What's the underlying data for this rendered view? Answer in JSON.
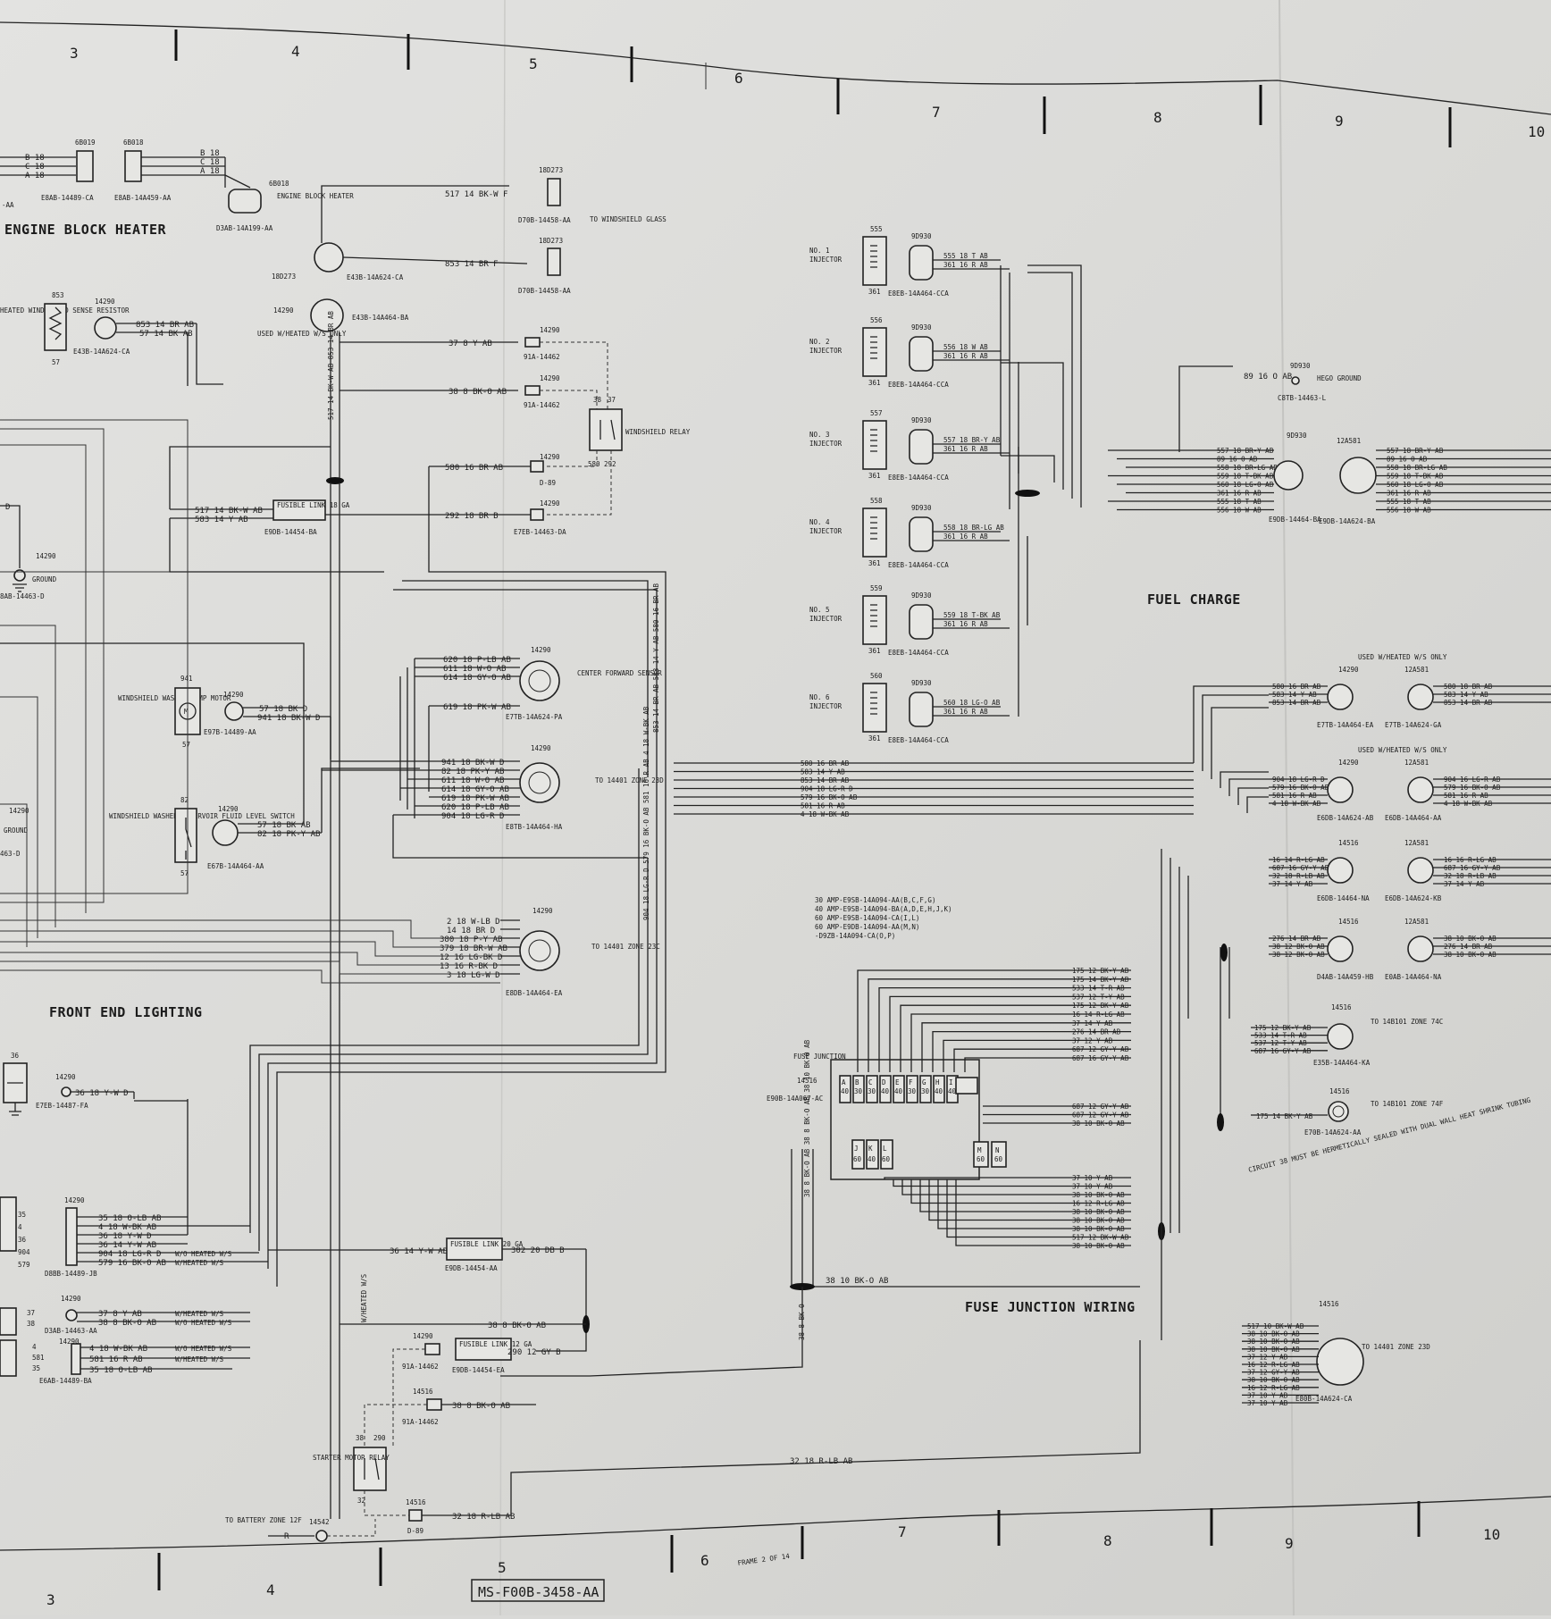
{
  "zones_top": [
    "3",
    "4",
    "5",
    "6",
    "7",
    "8",
    "9",
    "10"
  ],
  "zones_bottom": [
    "3",
    "4",
    "5",
    "6",
    "7",
    "8",
    "9",
    "10"
  ],
  "frame_label": "FRAME 2 OF 14",
  "drawing_number": "MS-F00B-3458-AA",
  "sections": {
    "engine_block_heater": "ENGINE BLOCK HEATER",
    "front_end_lighting": "FRONT END LIGHTING",
    "fuel_charge": "FUEL CHARGE",
    "fuse_junction_wiring": "FUSE JUNCTION WIRING"
  },
  "block_heater": {
    "conn1_id": "6B019",
    "conn1_part": "E8AB-14489-CA",
    "conn2_id": "6B018",
    "conn2_part": "E8AB-14A459-AA",
    "wires": [
      "B 18",
      "C 18",
      "A 18"
    ],
    "heater_id": "6B018",
    "heater_label": "ENGINE BLOCK HEATER",
    "heater_part": "D3AB-14A199-AA",
    "left_part": "-AA"
  },
  "windshield": {
    "resistor_label": "HEATED WINDSHIELD SENSE RESISTOR",
    "resistor_id": "853",
    "resistor_bottom": "57",
    "resistor_conn_id": "14290",
    "resistor_conn_part": "E43B-14A624-CA",
    "resistor_wires": [
      "853 14 BR AB",
      "57 14 BK AB"
    ],
    "glass_conn_id": "18D273",
    "glass_conn_part": "E43B-14A624-CA",
    "glass_conn2_id": "14290",
    "glass_conn2_part": "E43B-14A464-BA",
    "used_heated": "USED W/HEATED W/S ONLY",
    "to_glass": "TO WINDSHIELD GLASS",
    "glass_wires": [
      "517 14 BK-W F",
      "853 14 BR F"
    ],
    "glass_term_id": "18D273",
    "glass_term_part": "D70B-14458-AA",
    "vertical_wires": "517 14 BK-W AB   853 14 BR AB",
    "relay_label": "WINDSHIELD RELAY",
    "relay_wires": [
      "37 8 Y AB",
      "38 8 BK-O AB",
      "580 16 BR AB",
      "292 18 BR B"
    ],
    "relay_conn_ids": [
      "14290",
      "14290",
      "14290",
      "14290"
    ],
    "relay_conn_parts": [
      "91A-14462",
      "91A-14462",
      "D-89",
      "E7EB-14463-DA"
    ],
    "relay_pins": [
      "38",
      "37",
      "580",
      "292"
    ],
    "fusible_label": "FUSIBLE LINK 18 GA",
    "fusible_part": "E9DB-14454-BA",
    "fusible_wires": [
      "517 14 BK-W AB",
      "583 14 Y AB"
    ],
    "branch_wires": "853 14 BR AB   583 14 Y AB   580 16 BR AB"
  },
  "ground": {
    "conn_id": "14290",
    "label": "GROUND",
    "part": "8AB-14463-D",
    "wire": "D"
  },
  "washer": {
    "pump_label": "WINDSHIELD WASHER PUMP MOTOR",
    "pump_id": "941",
    "pump_bottom": "57",
    "pump_conn_id": "14290",
    "pump_conn_part": "E97B-14489-AA",
    "pump_wires": [
      "57 18 BK D",
      "941 18 BK-W D"
    ],
    "switch_label": "WINDSHIELD WASHER RESERVOIR FLUID LEVEL SWITCH",
    "switch_id": "82",
    "switch_bottom": "57",
    "switch_conn_id": "14290",
    "switch_conn_part": "E67B-14A464-AA",
    "switch_wires": [
      "57 18 BK AB",
      "82 18 PK-Y AB"
    ],
    "left_ground": "GROUND",
    "left_part": "463-D",
    "left_id": "14290"
  },
  "sensor": {
    "label": "CENTER FORWARD SENSOR",
    "conn_id": "14290",
    "part": "E7TB-14A624-PA",
    "wires": [
      "620 18 P-LB AB",
      "611 18 W-O AB",
      "614 18 GY-O AB",
      "619 18 PK-W AB"
    ]
  },
  "zone23d": {
    "label": "TO 14401 ZONE 23D",
    "conn_id": "14290",
    "part": "E8TB-14A464-HA",
    "wires": [
      "941 18 BK-W D",
      "82 18 PK-Y AB",
      "611 18 W-O AB",
      "614 18 GY-O AB",
      "619 18 PK-W AB",
      "620 18 P-LB AB",
      "904 18 LG-R D"
    ]
  },
  "zone23c": {
    "label": "TO 14401 ZONE 23C",
    "conn_id": "14290",
    "part": "E8DB-14A464-EA",
    "wires": [
      "2 18 W-LB D",
      "14 18 BR D",
      "380 18 P-Y AB",
      "379 18 BR-W AB",
      "12 16 LG-BK D",
      "13 16 R-BK D",
      "3 18 LG-W D"
    ],
    "vertical_wires": "904 18 LG-R D   579 16 BK-O AB   581 16 R AB   4 18 W-BK AB"
  },
  "lighting": {
    "lamp_id": "36",
    "conn_id": "14290",
    "wire": "36 18 Y-W D",
    "part": "E7EB-14487-FA",
    "conn2_id": "14290",
    "conn2_wires": [
      "35 18 O-LB AB",
      "4 18 W-BK AB",
      "36 18 Y-W D",
      "36 14 Y-W AB",
      "904 18 LG-R D",
      "579 16 BK-O AB"
    ],
    "conn2_notes": [
      "W/O HEATED W/S",
      "W/HEATED W/S"
    ],
    "conn2_part": "D8BB-14489-JB",
    "pins": [
      "35",
      "4",
      "36",
      "904",
      "579"
    ],
    "conn3_id": "14290",
    "conn3_wires": [
      "37 8 Y AB",
      "38 8 BK-O AB"
    ],
    "conn3_notes": [
      "W/HEATED W/S",
      "W/O HEATED W/S"
    ],
    "conn3_part": "D3AB-14463-AA",
    "pins3": [
      "37",
      "38"
    ],
    "conn4_id": "14290",
    "conn4_wires": [
      "4 18 W-BK AB",
      "581 16 R AB",
      "35 18 O-LB AB"
    ],
    "conn4_notes": [
      "W/O HEATED W/S",
      "W/HEATED W/S"
    ],
    "conn4_part": "E6AB-14489-BA",
    "pins4": [
      "4",
      "581",
      "35"
    ],
    "vertical_label": "W/HEATED W/S"
  },
  "starter": {
    "fusible1_label": "FUSIBLE LINK 20 GA",
    "fusible1_part": "E9DB-14454-AA",
    "fusible1_wires": [
      "36 14 Y-W AB",
      "302 20 DB B"
    ],
    "wire_38": "38 8 BK-O AB",
    "fusible2_label": "FUSIBLE LINK 12 GA",
    "fusible2_part": "E9DB-14454-EA",
    "fusible2_id": "14290",
    "fusible2_conn_part": "91A-14462",
    "fusible2_wire": "290 12 GY B",
    "conn_id": "14516",
    "conn_part": "91A-14462",
    "conn_wire": "38 8 BK-O AB",
    "relay_label": "STARTER MOTOR RELAY",
    "relay_pins": [
      "38",
      "290",
      "32"
    ],
    "battery_label": "TO BATTERY ZONE 12F",
    "battery_conn": "14542",
    "battery_wire": "R",
    "d89_id": "14516",
    "d89_part": "D-89",
    "d89_wire": "32 18 R-LB AB",
    "long_wire": "32 18 R-LB AB"
  },
  "injectors": [
    {
      "label": "NO. 1 INJECTOR",
      "id": "555",
      "bottom": "361",
      "conn": "9D930",
      "part": "E8EB-14A464-CCA",
      "wires": [
        "555 18 T AB",
        "361 16 R AB"
      ]
    },
    {
      "label": "NO. 2 INJECTOR",
      "id": "556",
      "bottom": "361",
      "conn": "9D930",
      "part": "E8EB-14A464-CCA",
      "wires": [
        "556 18 W AB",
        "361 16 R AB"
      ]
    },
    {
      "label": "NO. 3 INJECTOR",
      "id": "557",
      "bottom": "361",
      "conn": "9D930",
      "part": "E8EB-14A464-CCA",
      "wires": [
        "557 18 BR-Y AB",
        "361 16 R AB"
      ]
    },
    {
      "label": "NO. 4 INJECTOR",
      "id": "558",
      "bottom": "361",
      "conn": "9D930",
      "part": "E8EB-14A464-CCA",
      "wires": [
        "558 18 BR-LG AB",
        "361 16 R AB"
      ]
    },
    {
      "label": "NO. 5 INJECTOR",
      "id": "559",
      "bottom": "361",
      "conn": "9D930",
      "part": "E8EB-14A464-CCA",
      "wires": [
        "559 18 T-BK AB",
        "361 16 R AB"
      ]
    },
    {
      "label": "NO. 6 INJECTOR",
      "id": "560",
      "bottom": "361",
      "conn": "9D930",
      "part": "E8EB-14A464-CCA",
      "wires": [
        "560 18 LG-O AB",
        "361 16 R AB"
      ]
    }
  ],
  "fuel_harness": {
    "heg_wire": "89 16 O AB",
    "heg_conn": "9D930",
    "heg_label": "HEGO GROUND",
    "heg_part": "C8TB-14463-L",
    "conn_left_id": "9D930",
    "conn_left_part": "E9DB-14464-BA",
    "conn_right_id": "12A581",
    "conn_right_part": "E9DB-14A624-BA",
    "left_wires": [
      "557 18 BR-Y AB",
      "89 16 O AB",
      "558 18 BR-LG AB",
      "559 18 T-BK AB",
      "560 18 LG-O AB",
      "361 16 R AB",
      "555 18 T AB",
      "556 18 W AB"
    ],
    "right_wires": [
      "557 18 BR-Y AB",
      "89 16 O AB",
      "558 18 BR-LG AB",
      "559 18 T-BK AB",
      "560 18 LG-O AB",
      "361 16 R AB",
      "555 18 T AB",
      "556 18 W AB"
    ]
  },
  "main_bus": [
    "580 16 BR AB",
    "583 14 Y AB",
    "853 14 BR AB",
    "904 18 LG-R D",
    "579 16 BK-O AB",
    "581 16 R AB",
    "4 18 W-BK AB"
  ],
  "right_connectors": [
    {
      "left_id": "14290",
      "note": "USED W/HEATED W/S ONLY",
      "right_id": "12A581",
      "left_part": "E7TB-14A464-EA",
      "right_part": "E7TB-14A624-GA",
      "left_wires": [
        "580 16 BR AB",
        "583 14 Y AB",
        "853 14 BR AB"
      ],
      "right_wires": [
        "580 18 BR AB",
        "583 14 Y AB",
        "853 14 BR AB"
      ]
    },
    {
      "left_id": "14290",
      "note": "USED W/HEATED W/S ONLY",
      "right_id": "12A581",
      "left_part": "E6DB-14A624-AB",
      "right_part": "E6DB-14A464-AA",
      "left_wires": [
        "904 18 LG-R D",
        "579 16 BK-O AB",
        "581 16 R AB",
        "4 18 W-BK AB"
      ],
      "right_wires": [
        "904 16 LG-R AB",
        "579 16 BK-O AB",
        "581 16 R AB",
        "4 18 W-BK AB"
      ]
    },
    {
      "left_id": "14516",
      "note": "",
      "right_id": "12A581",
      "left_part": "E6DB-14464-NA",
      "right_part": "E6DB-14A624-KB",
      "left_wires": [
        "16 14 R-LG AB",
        "687 16 GY-Y AB",
        "32 18 R-LB AB",
        "37 14 Y AB"
      ],
      "right_wires": [
        "16 16 R-LG AB",
        "687 16 GY-Y AB",
        "32 18 R-LB AB",
        "37 14 Y AB"
      ]
    },
    {
      "left_id": "14516",
      "note": "",
      "right_id": "12A581",
      "left_part": "D4AB-14A459-HB",
      "right_part": "E0AB-14A464-NA",
      "left_wires": [
        "276 14 BR AB",
        "38 12 BK-O AB",
        "38 12 BK-O AB"
      ],
      "right_wires": [
        "38 10 BK-O AB",
        "276 14 BR AB",
        "38 10 BK-O AB"
      ]
    }
  ],
  "fuse_panel": {
    "ratings": [
      "30 AMP-E9SB-14A094-AA(B,C,F,G)",
      "40 AMP-E9SB-14A094-BA(A,D,E,H,J,K)",
      "60 AMP-E9SB-14A094-CA(I,L)",
      "60 AMP-E9DB-14A094-AA(M,N)",
      "-D9ZB-14A094-CA(O,P)"
    ],
    "label": "FUSE JUNCTION",
    "id": "14516",
    "part": "E90B-14A067-AC",
    "fuses_top": [
      "A",
      "B",
      "C",
      "D",
      "E",
      "F",
      "G",
      "H",
      "I"
    ],
    "fuses_top_amp": [
      "40",
      "30",
      "30",
      "40",
      "40",
      "30",
      "30",
      "40",
      "40"
    ],
    "fuses_bottom": [
      "J",
      "K",
      "L"
    ],
    "fuses_bottom_amp": [
      "60",
      "40",
      "60"
    ],
    "relays": [
      "M",
      "N"
    ],
    "relays_amp": [
      "60",
      "60"
    ],
    "vertical_wires": "38 8 BK-O AB   38 8 BK-O AB   38 10 BK-O AB",
    "bottom_vertical": "38 8 BK-O",
    "top_wires": [
      "175 12 BK-Y AB",
      "175 14 BK-Y AB",
      "533 14 T-R AB",
      "537 12 T-Y AB",
      "175 12 BK-Y AB",
      "16 14 R-LG AB",
      "37 14 Y AB",
      "276 14 BR AB",
      "37 12 Y AB",
      "687 12 GY-Y AB",
      "687 16 GY-Y AB"
    ],
    "mid_wires": [
      "687 12 GY-Y AB",
      "687 12 GY-Y AB",
      "38 10 BK-O AB"
    ],
    "low_wires": [
      "37 10 Y AB",
      "37 10 Y AB",
      "38 10 BK-O AB",
      "16 12 R-LG AB",
      "38 10 BK-O AB",
      "38 10 BK-O AB",
      "38 10 BK-O AB",
      "517 12 BK-W AB",
      "38 10 BK-O AB"
    ],
    "bottom_wire": "38 10 BK-O AB",
    "circuit_note": "CIRCUIT 38 MUST BE HERMETICALLY SEALED WITH DUAL WALL HEAT SHRINK TUBING"
  },
  "zone74c": {
    "conn_id": "14516",
    "label": "TO 14B101 ZONE 74C",
    "part": "E35B-14A464-KA",
    "wires": [
      "175 12 BK-Y AB",
      "533 14 T-R AB",
      "537 12 T-Y AB",
      "687 16 GY-Y AB"
    ]
  },
  "zone74f": {
    "conn_id": "14516",
    "label": "TO 14B101 ZONE 74F",
    "part": "E70B-14A624-AA",
    "wire": "175 14 BK-Y AB"
  },
  "zone23d_right": {
    "conn_id": "14516",
    "label": "TO 14401 ZONE 23D",
    "part": "E80B-14A624-CA",
    "wires": [
      "517 10 BK-W AB",
      "38 10 BK-O AB",
      "38 10 BK-O AB",
      "38 10 BK-O AB",
      "37 12 Y AB",
      "16 12 R-LG AB",
      "37 12 GY-Y AB",
      "38 10 BK-O AB",
      "16 12 R-LG AB",
      "37 10 Y AB",
      "37 10 Y AB"
    ]
  }
}
